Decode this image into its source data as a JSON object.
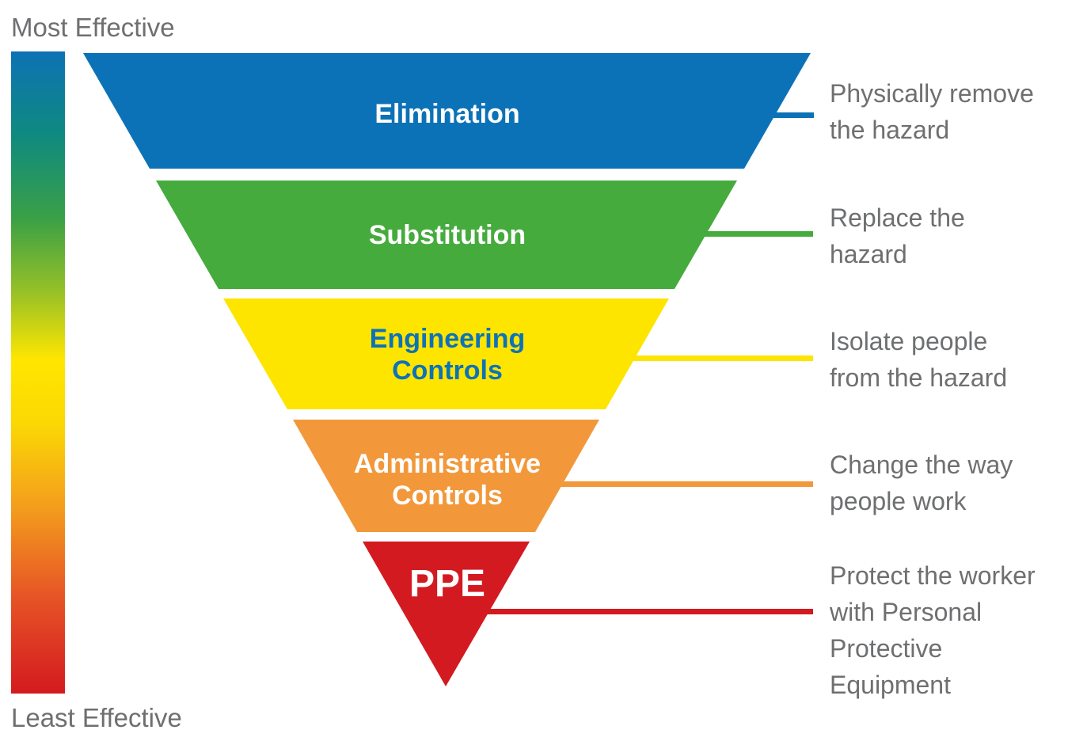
{
  "effectiveness": {
    "most_label": "Most Effective",
    "least_label": "Least Effective",
    "gradient_stops": [
      "#0d72b5 0%",
      "#0f8a80 13%",
      "#3aa046 26%",
      "#9cc225 38%",
      "#ffe600 48%",
      "#fbd804 58%",
      "#f49d1d 71%",
      "#e65426 85%",
      "#d41a1f 100%"
    ]
  },
  "levels": [
    {
      "name": "Elimination",
      "color": "#0c72b7",
      "label_color": "#ffffff",
      "label_lines": [
        "Elimination"
      ],
      "description": "Physically remove the hazard",
      "description_lines": [
        "Physically remove",
        "the hazard"
      ]
    },
    {
      "name": "Substitution",
      "color": "#45ab3d",
      "label_color": "#ffffff",
      "label_lines": [
        "Substitution"
      ],
      "description": "Replace the hazard",
      "description_lines": [
        "Replace the",
        "hazard"
      ]
    },
    {
      "name": "Engineering Controls",
      "color": "#fde500",
      "label_color": "#0d72b7",
      "label_lines": [
        "Engineering",
        "Controls"
      ],
      "description": "Isolate people from the hazard",
      "description_lines": [
        "Isolate people",
        "from the hazard"
      ]
    },
    {
      "name": "Administrative Controls",
      "color": "#f2983b",
      "label_color": "#ffffff",
      "label_lines": [
        "Administrative",
        "Controls"
      ],
      "description": "Change the way people work",
      "description_lines": [
        "Change the way",
        "people work"
      ]
    },
    {
      "name": "PPE",
      "color": "#d31a20",
      "label_color": "#ffffff",
      "label_lines": [
        "PPE"
      ],
      "description": "Protect the worker with Personal Protective Equipment",
      "description_lines": [
        "Protect the worker",
        "with Personal",
        "Protective",
        "Equipment"
      ]
    }
  ],
  "text_colors": {
    "caption_gray": "#6e6f71"
  }
}
